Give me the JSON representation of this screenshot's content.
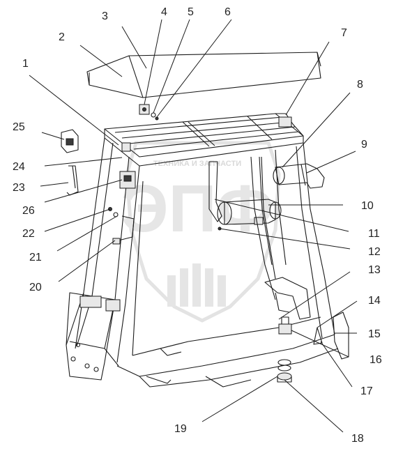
{
  "diagram": {
    "watermark": {
      "logo_text": "ЭПФ",
      "tagline": "ТЕХНИКА И ЗАПЧАСТИ"
    },
    "callouts": [
      "1",
      "2",
      "3",
      "4",
      "5",
      "6",
      "7",
      "8",
      "9",
      "10",
      "11",
      "12",
      "13",
      "14",
      "15",
      "16",
      "17",
      "18",
      "19",
      "20",
      "21",
      "22",
      "23",
      "24",
      "25",
      "26"
    ],
    "colors": {
      "ink": "#1a1a1a",
      "watermark": "#d9d9d9",
      "background": "#ffffff"
    }
  }
}
